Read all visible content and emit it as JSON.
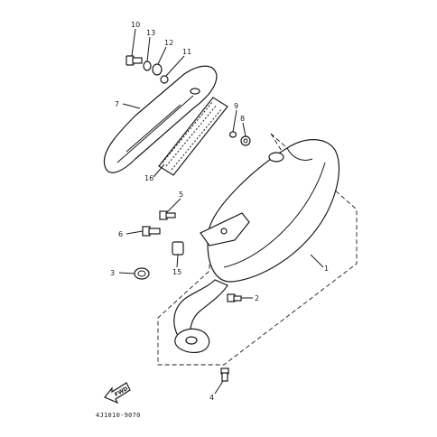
{
  "callouts": [
    {
      "id": "10",
      "label": "10"
    },
    {
      "id": "13",
      "label": "13"
    },
    {
      "id": "12",
      "label": "12"
    },
    {
      "id": "11",
      "label": "11"
    },
    {
      "id": "7",
      "label": "7"
    },
    {
      "id": "16",
      "label": "16"
    },
    {
      "id": "9",
      "label": "9"
    },
    {
      "id": "8",
      "label": "8"
    },
    {
      "id": "5",
      "label": "5"
    },
    {
      "id": "6",
      "label": "6"
    },
    {
      "id": "15",
      "label": "15"
    },
    {
      "id": "1",
      "label": "1"
    },
    {
      "id": "3",
      "label": "3"
    },
    {
      "id": "2",
      "label": "2"
    },
    {
      "id": "4",
      "label": "4"
    }
  ],
  "arrow_label": "FWD",
  "drawing_code": "4J1010-9070"
}
